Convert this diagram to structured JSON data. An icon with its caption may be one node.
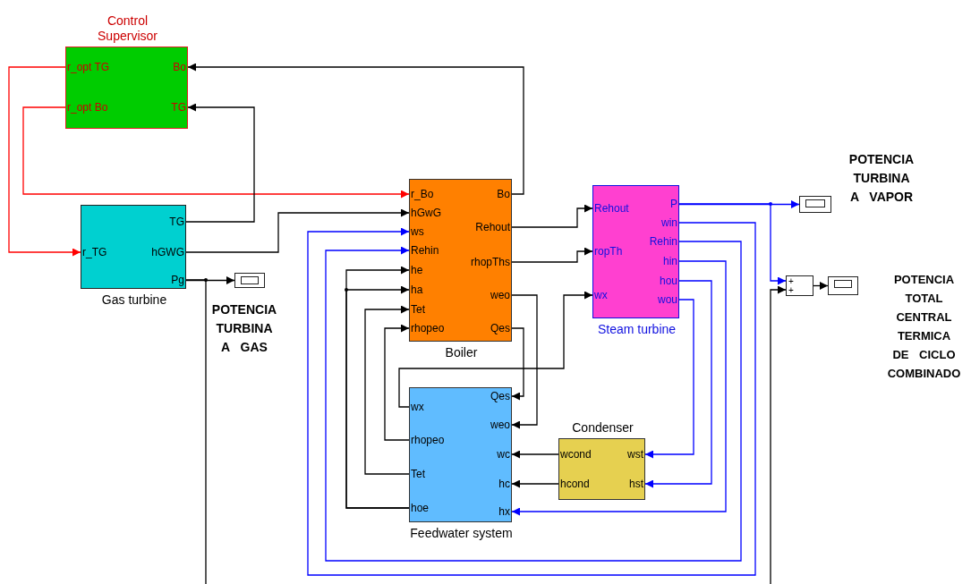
{
  "diagram": {
    "nodes": [
      {
        "text": [
          "Control Supervisor"
        ]
      },
      {
        "text": [
          "r_opt TG"
        ],
        "in": 0
      },
      {
        "text": [
          "r_opt Bo"
        ],
        "in": 0
      },
      {
        "text": [
          "Bo"
        ],
        "in": 0
      },
      {
        "text": [
          "TG"
        ],
        "in": 0
      },
      {
        "text": [
          "Gas turbine"
        ]
      },
      {
        "text": [
          "r_TG"
        ],
        "in": 5
      },
      {
        "text": [
          "TG"
        ],
        "in": 5
      },
      {
        "text": [
          "hGWG"
        ],
        "in": 5
      },
      {
        "text": [
          "Pg"
        ],
        "in": 5
      },
      {
        "text": [],
        "shape": "box",
        "beside": [
          "POTENCIA TURBINA A GAS"
        ]
      },
      {
        "text": [
          "Boiler"
        ]
      },
      {
        "text": [
          "r_Bo"
        ],
        "in": 11
      },
      {
        "text": [
          "hGwG"
        ],
        "in": 11
      },
      {
        "text": [
          "ws"
        ],
        "in": 11
      },
      {
        "text": [
          "Rehin"
        ],
        "in": 11
      },
      {
        "text": [
          "he"
        ],
        "in": 11
      },
      {
        "text": [
          "ha"
        ],
        "in": 11
      },
      {
        "text": [
          "Tet"
        ],
        "in": 11
      },
      {
        "text": [
          "rhopeo"
        ],
        "in": 11
      },
      {
        "text": [
          "Bo"
        ],
        "in": 11
      },
      {
        "text": [
          "Rehout"
        ],
        "in": 11
      },
      {
        "text": [
          "rhopThs"
        ],
        "in": 11
      },
      {
        "text": [
          "weo"
        ],
        "in": 11
      },
      {
        "text": [
          "Qes"
        ],
        "in": 11
      },
      {
        "text": [
          "Steam turbine"
        ]
      },
      {
        "text": [
          "Rehout"
        ],
        "in": 25
      },
      {
        "text": [
          "ropTh"
        ],
        "in": 25
      },
      {
        "text": [
          "wx"
        ],
        "in": 25
      },
      {
        "text": [
          "P"
        ],
        "in": 25
      },
      {
        "text": [
          "win"
        ],
        "in": 25
      },
      {
        "text": [
          "Rehin"
        ],
        "in": 25
      },
      {
        "text": [
          "hin"
        ],
        "in": 25
      },
      {
        "text": [
          "hou"
        ],
        "in": 25
      },
      {
        "text": [
          "wou"
        ],
        "in": 25
      },
      {
        "text": [],
        "shape": "box",
        "beside": [
          "POTENCIA TURBINA A VAPOR"
        ]
      },
      {
        "text": [
          "+",
          "+"
        ]
      },
      {
        "text": [],
        "shape": "box",
        "beside": [
          "POTENCIA TOTAL CENTRAL TERMICA DE CICLO COMBINADO"
        ]
      },
      {
        "text": [
          "Feedwater system"
        ]
      },
      {
        "text": [
          "wx"
        ],
        "in": 38
      },
      {
        "text": [
          "rhopeo"
        ],
        "in": 38
      },
      {
        "text": [
          "Tet"
        ],
        "in": 38
      },
      {
        "text": [
          "hoe"
        ],
        "in": 38
      },
      {
        "text": [
          "Qes"
        ],
        "in": 38
      },
      {
        "text": [
          "weo"
        ],
        "in": 38
      },
      {
        "text": [
          "wc"
        ],
        "in": 38
      },
      {
        "text": [
          "hc"
        ],
        "in": 38
      },
      {
        "text": [
          "hx"
        ],
        "in": 38
      },
      {
        "text": [
          "Condenser"
        ]
      },
      {
        "text": [
          "wcond"
        ],
        "in": 48
      },
      {
        "text": [
          "hcond"
        ],
        "in": 48
      },
      {
        "text": [
          "wst"
        ],
        "in": 48
      },
      {
        "text": [
          "hst"
        ],
        "in": 48
      }
    ],
    "edges": [
      {
        "from": 1,
        "to": 6,
        "arrow": "to",
        "color": "#ff0000"
      },
      {
        "from": 2,
        "to": 12,
        "arrow": "to",
        "color": "#ff0000"
      },
      {
        "from": 20,
        "to": 3,
        "arrow": "to"
      },
      {
        "from": 7,
        "to": 4,
        "arrow": "to"
      },
      {
        "from": 8,
        "to": 13,
        "arrow": "to"
      },
      {
        "from": 9,
        "to": 10,
        "arrow": "to"
      },
      {
        "from": 9,
        "to": null,
        "arrow": "none"
      },
      {
        "from": 21,
        "to": 26,
        "arrow": "to"
      },
      {
        "from": 22,
        "to": 27,
        "arrow": "to"
      },
      {
        "from": 23,
        "to": 44,
        "arrow": "to"
      },
      {
        "from": 24,
        "to": 43,
        "arrow": "to"
      },
      {
        "from": 29,
        "to": 35,
        "arrow": "to",
        "color": "#0000ff"
      },
      {
        "from": 29,
        "to": 36,
        "arrow": "to",
        "color": "#0000ff"
      },
      {
        "from": null,
        "to": 36,
        "arrow": "to"
      },
      {
        "from": 36,
        "to": 37,
        "arrow": "to"
      },
      {
        "from": 30,
        "to": 14,
        "arrow": "to",
        "color": "#0000ff"
      },
      {
        "from": 31,
        "to": 15,
        "arrow": "to",
        "color": "#0000ff"
      },
      {
        "from": 32,
        "to": 47,
        "arrow": "to",
        "color": "#0000ff"
      },
      {
        "from": 33,
        "to": 52,
        "arrow": "to",
        "color": "#0000ff"
      },
      {
        "from": 34,
        "to": 51,
        "arrow": "to",
        "color": "#0000ff"
      },
      {
        "from": 39,
        "to": 28,
        "arrow": "to"
      },
      {
        "from": 40,
        "to": 19,
        "arrow": "to"
      },
      {
        "from": 41,
        "to": 18,
        "arrow": "to"
      },
      {
        "from": 42,
        "to": 16,
        "arrow": "to"
      },
      {
        "from": 42,
        "to": 17,
        "arrow": "to"
      },
      {
        "from": 49,
        "to": 45,
        "arrow": "to"
      },
      {
        "from": 50,
        "to": 46,
        "arrow": "to"
      }
    ]
  }
}
